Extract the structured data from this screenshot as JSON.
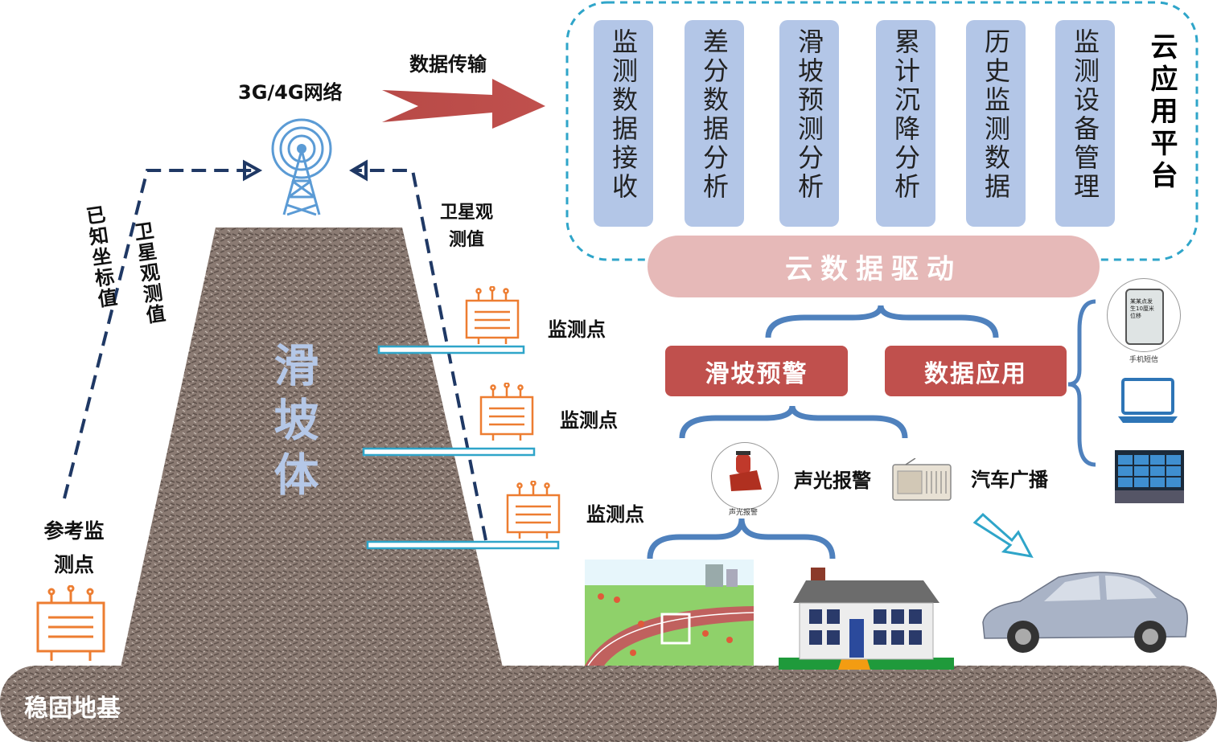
{
  "network_label": "3G/4G网络",
  "transfer_label": "数据传输",
  "cloud_platform": {
    "title": "云应用平台",
    "modules": [
      "监测数据接收",
      "差分数据分析",
      "滑坡预测分析",
      "累计沉降分析",
      "历史监测数据",
      "监测设备管理"
    ]
  },
  "cloud_driver": "云数据驱动",
  "slope_label": "滑坡体",
  "foundation_label": "稳固地基",
  "reference_point_label": "参考监测点",
  "known_coords_label": "已知坐标值",
  "satellite_obs_left": "卫星观测值",
  "satellite_obs_right": "卫星观测值",
  "monitor_point_labels": [
    "监测点",
    "监测点",
    "监测点"
  ],
  "warning_button": "滑坡预警",
  "data_app_button": "数据应用",
  "alarm_label": "声光报警",
  "alarm_small": "声光报警",
  "radio_label": "汽车广播",
  "phone_text": "某某点发生10厘米位移",
  "phone_caption": "手机短信"
}
